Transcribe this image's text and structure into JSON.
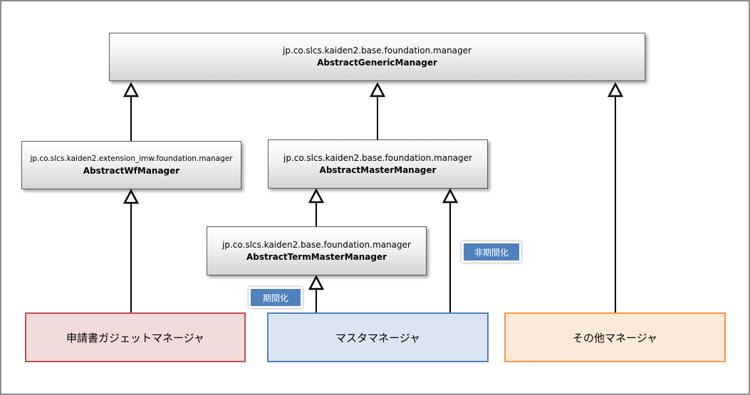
{
  "classes": {
    "generic": {
      "package": "jp.co.slcs.kaiden2.base.foundation.manager",
      "name": "AbstractGenericManager"
    },
    "wf": {
      "package": "jp.co.slcs.kaiden2.extension_imw.foundation.manager",
      "name": "AbstractWfManager"
    },
    "master": {
      "package": "jp.co.slcs.kaiden2.base.foundation.manager",
      "name": "AbstractMasterManager"
    },
    "term": {
      "package": "jp.co.slcs.kaiden2.base.foundation.manager",
      "name": "AbstractTermMasterManager"
    }
  },
  "managers": {
    "gadget": {
      "label": "申請書ガジェットマネージャ",
      "border": "#c0504d",
      "fill": "#f2dcdb"
    },
    "master": {
      "label": "マスタマネージャ",
      "border": "#4f81bd",
      "fill": "#dbe5f1"
    },
    "other": {
      "label": "その他マネージャ",
      "border": "#f79646",
      "fill": "#fde9d9"
    }
  },
  "tags": {
    "periodic": "期間化",
    "non_periodic": "非期間化",
    "color": "#4f81bd"
  }
}
